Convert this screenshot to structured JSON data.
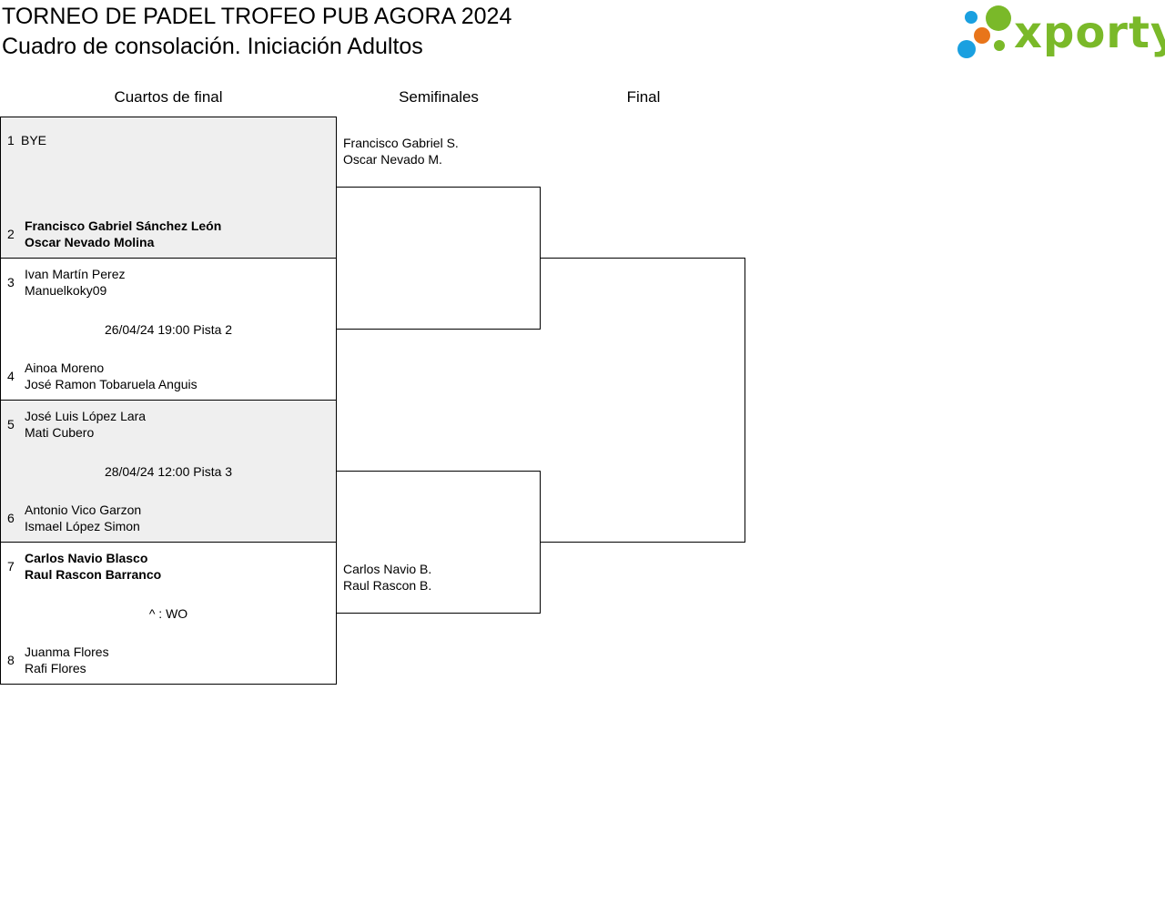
{
  "header": {
    "title": "TORNEO DE PADEL TROFEO PUB AGORA 2024",
    "subtitle": "Cuadro de consolación. Iniciación Adultos"
  },
  "logo": {
    "text": "xporty",
    "colors": {
      "green": "#7ab929",
      "blue": "#1aa0e0",
      "orange": "#e8751a"
    }
  },
  "rounds": [
    "Cuartos de final",
    "Semifinales",
    "Final"
  ],
  "quarterfinals": [
    {
      "top": {
        "seed": "1",
        "players": [
          "BYE"
        ],
        "winner": false
      },
      "bottom": {
        "seed": "2",
        "players": [
          "Francisco Gabriel Sánchez León",
          "Oscar Nevado Molina"
        ],
        "winner": true
      },
      "info": ""
    },
    {
      "top": {
        "seed": "3",
        "players": [
          "Ivan Martín Perez",
          "Manuelkoky09"
        ],
        "winner": false
      },
      "bottom": {
        "seed": "4",
        "players": [
          "Ainoa Moreno",
          "José Ramon Tobaruela Anguis"
        ],
        "winner": false
      },
      "info": "26/04/24 19:00 Pista 2"
    },
    {
      "top": {
        "seed": "5",
        "players": [
          "José Luis López Lara",
          "Mati Cubero"
        ],
        "winner": false
      },
      "bottom": {
        "seed": "6",
        "players": [
          "Antonio Vico Garzon",
          "Ismael López Simon"
        ],
        "winner": false
      },
      "info": "28/04/24 12:00 Pista 3"
    },
    {
      "top": {
        "seed": "7",
        "players": [
          "Carlos Navio Blasco",
          "Raul Rascon Barranco"
        ],
        "winner": true
      },
      "bottom": {
        "seed": "8",
        "players": [
          "Juanma Flores",
          "Rafi Flores"
        ],
        "winner": false
      },
      "info": "^ : WO"
    }
  ],
  "semifinals": [
    {
      "players": [
        "Francisco Gabriel S.",
        "Oscar Nevado M."
      ]
    },
    {
      "players": [
        "Carlos Navio B.",
        "Raul Rascon B."
      ]
    }
  ]
}
